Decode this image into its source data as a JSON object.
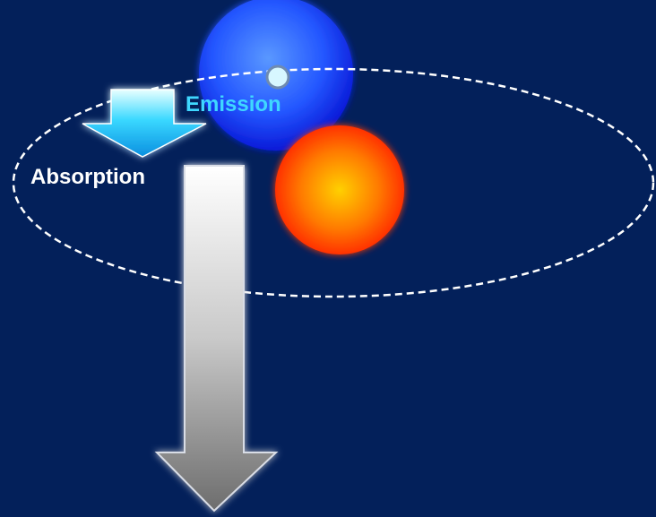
{
  "background_color": "#03205a",
  "labels": {
    "emission": "Emission",
    "absorption": "Absorption"
  },
  "colors": {
    "emission_text": "#3fd7ff",
    "absorption_text": "#ffffff",
    "orbit_stroke": "#ffffff",
    "blue_star_core": "#4a8cff",
    "blue_star_edge": "#0a1ad8",
    "red_star_core": "#ffd000",
    "red_star_edge": "#ff1f00",
    "cyan_arrow_light": "#e8ffff",
    "cyan_arrow_dark": "#0a8fe0",
    "gray_arrow_light": "#ffffff",
    "gray_arrow_dark": "#6d6d6d"
  },
  "icons": [
    "blue-star",
    "red-star",
    "emission-point",
    "orbit-ellipse",
    "emission-arrow",
    "absorption-arrow"
  ]
}
